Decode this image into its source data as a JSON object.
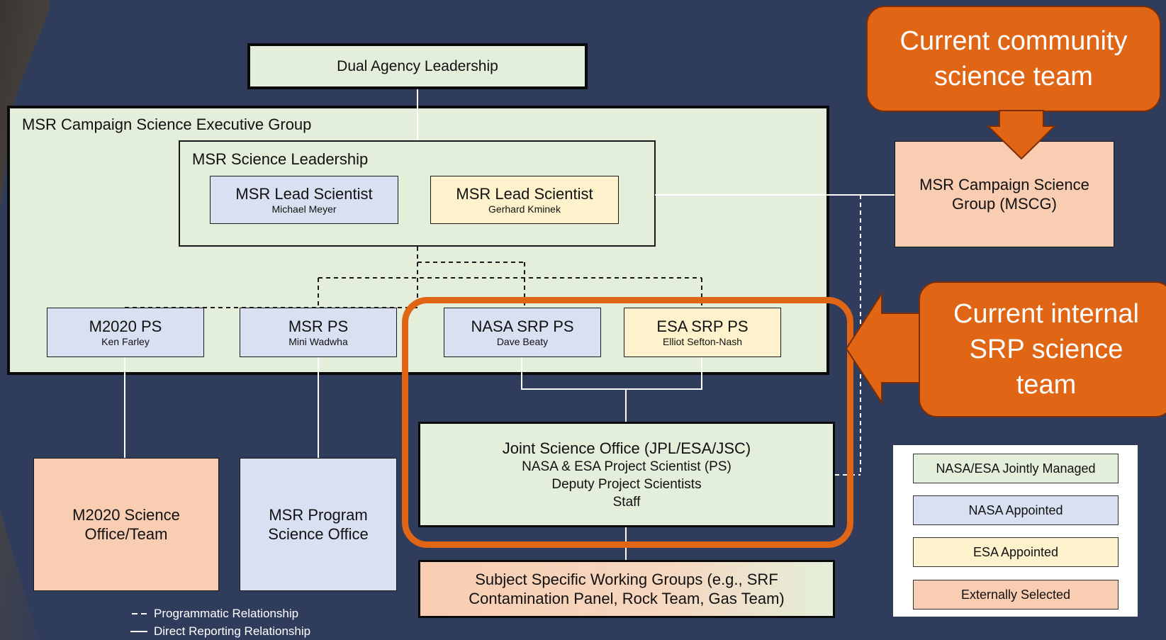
{
  "colors": {
    "background": "#303c5c",
    "nasa_esa_jointly_managed": "#e3efda",
    "nasa_appointed": "#d8e0f2",
    "esa_appointed": "#fdf2cc",
    "externally_selected": "#f8cdb2",
    "callout": "#e06616"
  },
  "top": {
    "title": "Dual Agency Leadership"
  },
  "executive_group": {
    "label": "MSR Campaign Science Executive Group"
  },
  "science_leadership": {
    "label": "MSR Science Leadership",
    "lead_nasa": {
      "title": "MSR Lead Scientist",
      "name": "Michael Meyer"
    },
    "lead_esa": {
      "title": "MSR Lead Scientist",
      "name": "Gerhard Kminek"
    }
  },
  "ps": [
    {
      "title": "M2020 PS",
      "name": "Ken Farley"
    },
    {
      "title": "MSR PS",
      "name": "Mini Wadwha"
    },
    {
      "title": "NASA SRP PS",
      "name": "Dave Beaty"
    },
    {
      "title": "ESA SRP PS",
      "name": "Elliot Sefton-Nash"
    }
  ],
  "mscg": {
    "line1": "MSR Campaign Science",
    "line2": "Group (MSCG)"
  },
  "m2020_office": {
    "line1": "M2020 Science",
    "line2": "Office/Team"
  },
  "msr_program_office": {
    "line1": "MSR Program",
    "line2": "Science Office"
  },
  "joint_office": {
    "line1": "Joint Science Office (JPL/ESA/JSC)",
    "line2": "NASA & ESA Project Scientist (PS)",
    "line3": "Deputy Project Scientists",
    "line4": "Staff"
  },
  "working_groups": {
    "line1": "Subject Specific Working Groups (e.g., SRF",
    "line2": "Contamination Panel, Rock Team, Gas Team)"
  },
  "callouts": {
    "community": {
      "line1": "Current community",
      "line2": "science team"
    },
    "internal": {
      "line1": "Current internal",
      "line2": "SRP science",
      "line3": "team"
    }
  },
  "legend": [
    "NASA/ESA Jointly Managed",
    "NASA Appointed",
    "ESA Appointed",
    "Externally Selected"
  ],
  "line_key": {
    "programmatic": {
      "symbol": "- -",
      "label": "Programmatic Relationship"
    },
    "direct": {
      "symbol": "—",
      "label": "Direct Reporting Relationship"
    }
  }
}
